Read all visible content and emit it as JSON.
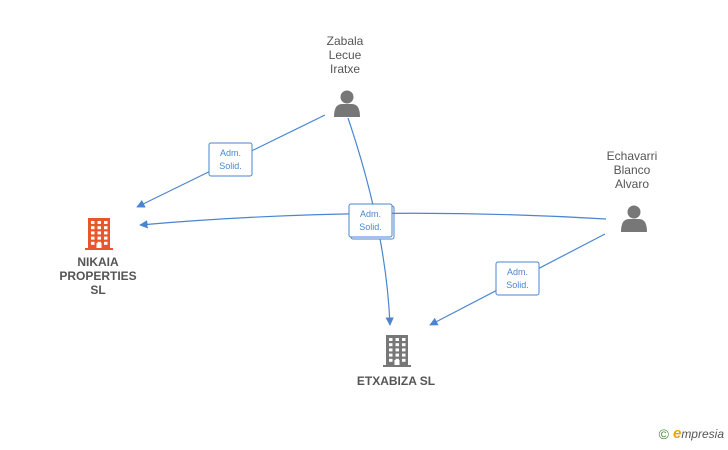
{
  "colors": {
    "edge": "#4a86d0",
    "person": "#777777",
    "company": "#777777",
    "company_focus": "#e8562a",
    "label": "#555555"
  },
  "nodes": [
    {
      "id": "zabala",
      "kind": "person",
      "lines": [
        "Zabala",
        "Lecue",
        "Iratxe"
      ],
      "icon": "person-icon"
    },
    {
      "id": "echavarri",
      "kind": "person",
      "lines": [
        "Echavarri",
        "Blanco",
        "Alvaro"
      ],
      "icon": "person-icon"
    },
    {
      "id": "nikaia",
      "kind": "company",
      "focus": true,
      "lines": [
        "NIKAIA",
        "PROPERTIES",
        "SL"
      ],
      "icon": "building-icon"
    },
    {
      "id": "etxabiza",
      "kind": "company",
      "focus": false,
      "lines": [
        "ETXABIZA  SL"
      ],
      "icon": "building-icon"
    }
  ],
  "edges": [
    {
      "from": "zabala",
      "to": "nikaia",
      "label": [
        "Adm.",
        "Solid."
      ]
    },
    {
      "from": "zabala",
      "to": "etxabiza",
      "label": [
        "Adm.",
        "Solid."
      ]
    },
    {
      "from": "echavarri",
      "to": "nikaia",
      "label": [
        "Adm.",
        "Solid."
      ]
    },
    {
      "from": "echavarri",
      "to": "etxabiza",
      "label": [
        "Adm.",
        "Solid."
      ]
    }
  ],
  "footer": {
    "copyright": "©",
    "brand_initial": "e",
    "brand_rest": "mpresia"
  }
}
